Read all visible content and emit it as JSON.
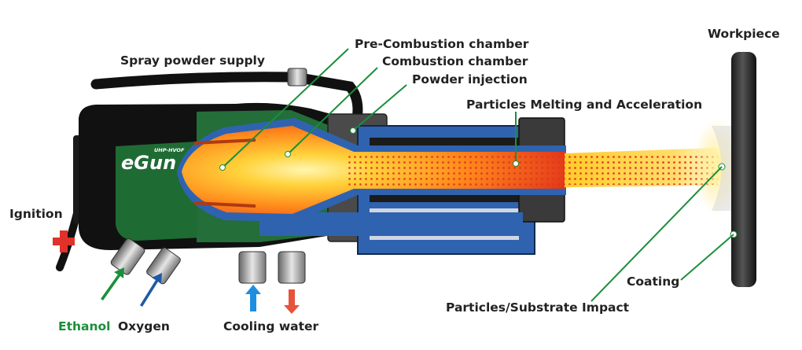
{
  "logo": {
    "main": "eGun",
    "sub": "UHP-HVOF"
  },
  "labels": {
    "spray_powder_supply": "Spray powder supply",
    "pre_combustion_chamber": "Pre-Combustion chamber",
    "combustion_chamber": "Combustion chamber",
    "powder_injection": "Powder injection",
    "particles_melting": "Particles Melting and Acceleration",
    "workpiece": "Workpiece",
    "ignition": "Ignition",
    "ethanol": "Ethanol",
    "oxygen": "Oxygen",
    "cooling_water": "Cooling water",
    "coating": "Coating",
    "particles_impact": "Particles/Substrate Impact"
  },
  "colors": {
    "leader_green": "#1a8f3a",
    "ethanol_text": "#1a8f3a",
    "housing_black": "#111111",
    "housing_green": "#1f6b34",
    "barrel_blue": "#2f63b0",
    "ignition_red": "#e0312b",
    "water_in": "#1e8fe0",
    "water_out": "#e8523a",
    "oxygen_arrow": "#1f5aa3"
  },
  "icons": [
    "plus-icon",
    "arrow-up-icon",
    "arrow-down-icon"
  ]
}
